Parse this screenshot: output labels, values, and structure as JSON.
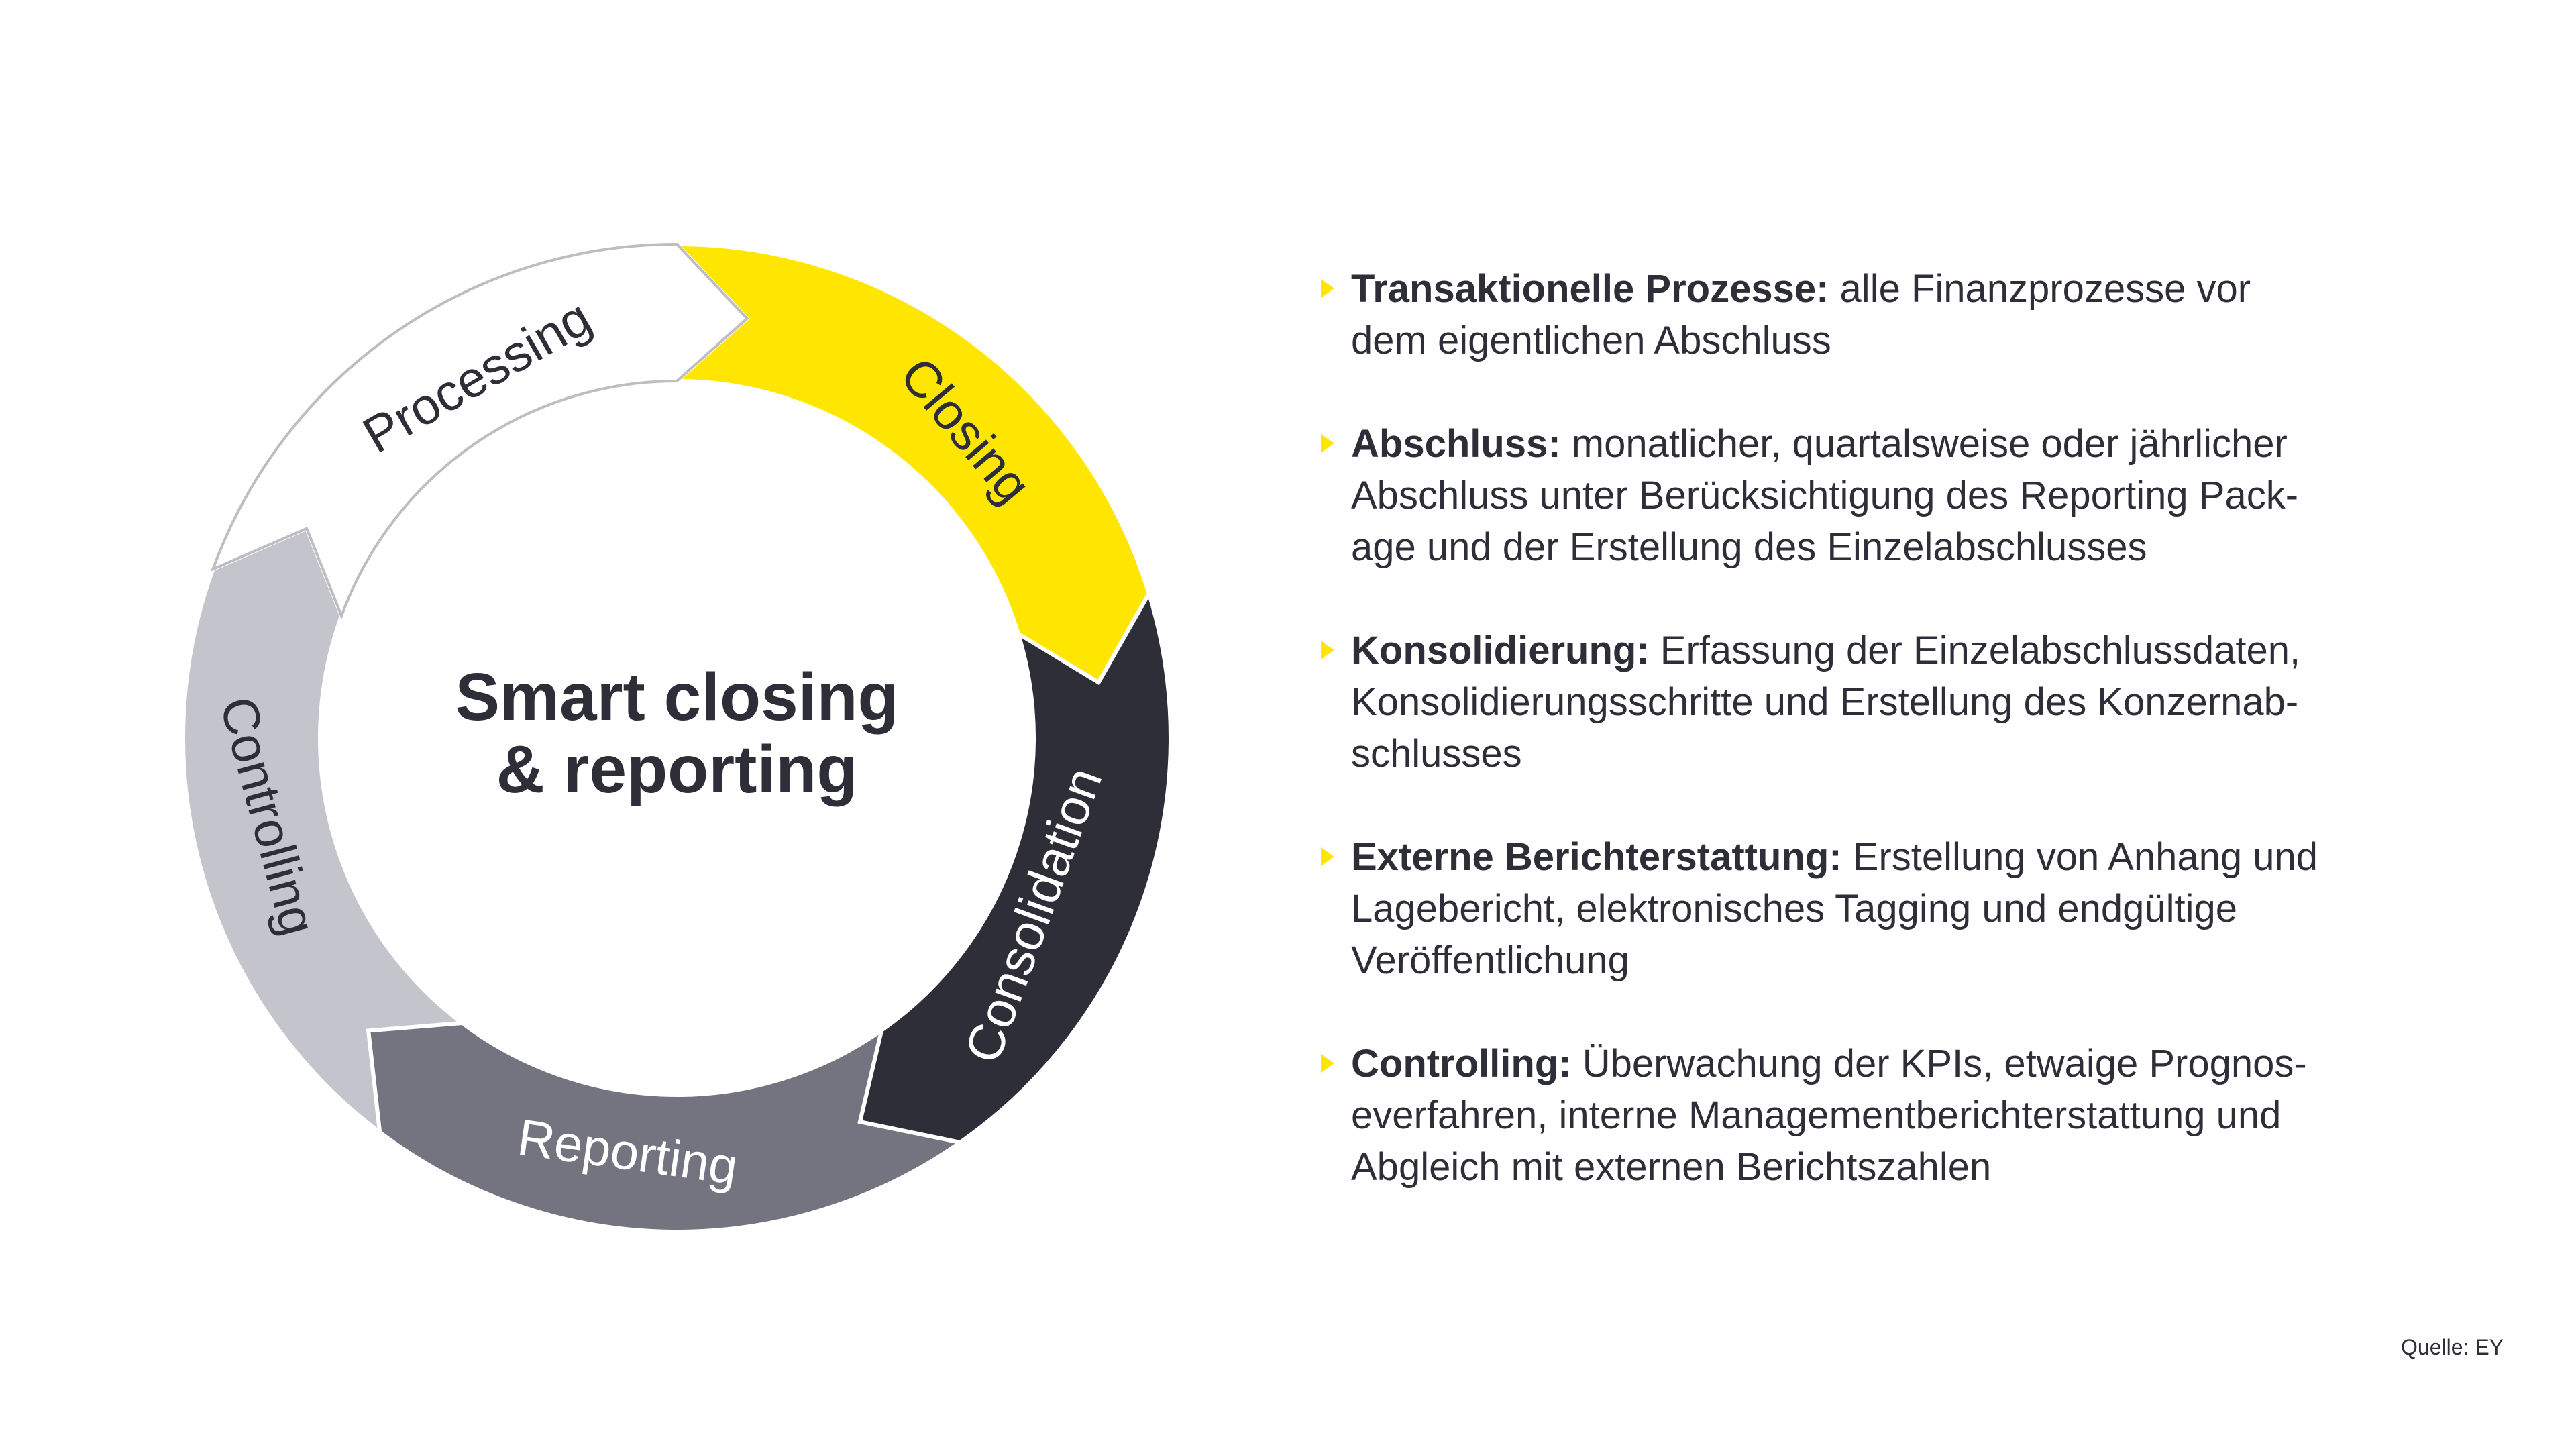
{
  "diagram": {
    "center_title": [
      "Smart closing",
      "& reporting"
    ],
    "segments": [
      {
        "label": "Processing",
        "fill": "#ffffff",
        "stroke": "#bdbdc2",
        "text_color": "#2e2e38"
      },
      {
        "label": "Closing",
        "fill": "#ffe600",
        "stroke": "#ffffff",
        "text_color": "#2e2e38"
      },
      {
        "label": "Consolidation",
        "fill": "#2e2e38",
        "stroke": "#ffffff",
        "text_color": "#ffffff"
      },
      {
        "label": "Reporting",
        "fill": "#747480",
        "stroke": "#ffffff",
        "text_color": "#ffffff"
      },
      {
        "label": "Controlling",
        "fill": "#c4c4cd",
        "stroke": "#ffffff",
        "text_color": "#2e2e38"
      }
    ]
  },
  "items": [
    {
      "term": "Transaktionelle Prozesse:",
      "lines": [
        " alle Finanzprozesse vor",
        "dem eigentlichen Abschluss"
      ]
    },
    {
      "term": "Abschluss:",
      "lines": [
        " monatlicher, quartalsweise oder jährlicher",
        "Abschluss unter Berücksichtigung des Reporting Pack-",
        "age und der Erstellung des Einzelabschlusses"
      ]
    },
    {
      "term": "Konsolidierung:",
      "lines": [
        " Erfassung der Einzelabschlussdaten,",
        "Konsolidierungsschritte und Erstellung des Konzernab-",
        "schlusses"
      ]
    },
    {
      "term": "Externe Berichterstattung:",
      "lines": [
        " Erstellung von Anhang und",
        "Lagebericht, elektronisches Tagging und endgültige",
        "Veröffentlichung"
      ]
    },
    {
      "term": "Controlling:",
      "lines": [
        " Überwachung der KPIs, etwaige Prognos-",
        "everfahren, interne Managementberichterstattung und",
        "Abgleich mit externen Berichtszahlen"
      ]
    }
  ],
  "source": "Quelle: EY",
  "colors": {
    "accent": "#ffe600",
    "text": "#2e2e38"
  }
}
